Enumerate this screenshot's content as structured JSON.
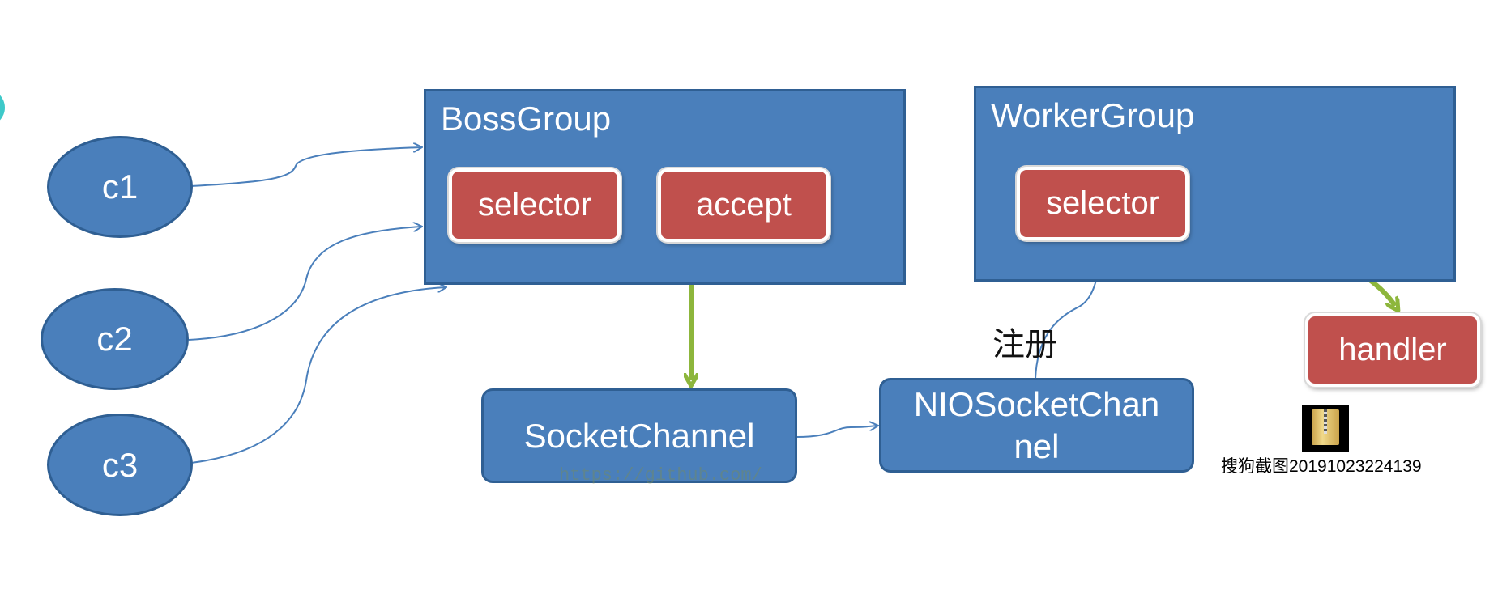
{
  "boss_group": {
    "title": "BossGroup",
    "selector_label": "selector",
    "accept_label": "accept"
  },
  "worker_group": {
    "title": "WorkerGroup",
    "selector_label": "selector"
  },
  "clients": [
    "c1",
    "c2",
    "c3"
  ],
  "socket_channel_label": "SocketChannel",
  "nio_socket_channel_label": "NIOSocketChan\nnel",
  "handler_label": "handler",
  "register_label": "注册",
  "watermark_text": "https://github.com/",
  "file_caption": "搜狗截图20191023224139",
  "colors": {
    "box_blue": "#4a7fbb",
    "box_border": "#2f5f93",
    "red": "#c0504d",
    "green_arrow": "#8db63c",
    "thin_arrow": "#4a7fbb"
  }
}
